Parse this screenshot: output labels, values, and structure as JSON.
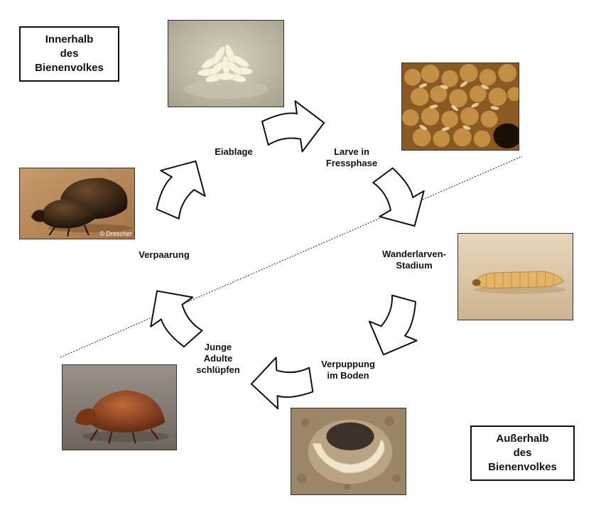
{
  "inside_box": {
    "lines": [
      "Innerhalb",
      "des",
      "Bienenvolkes"
    ]
  },
  "outside_box": {
    "lines": [
      "Außerhalb",
      "des",
      "Bienenvolkes"
    ]
  },
  "stages": {
    "eiablage": {
      "lines": [
        "Eiablage"
      ]
    },
    "larve": {
      "lines": [
        "Larve in",
        "Fressphase"
      ]
    },
    "wander": {
      "lines": [
        "Wanderlarven-",
        "Stadium"
      ]
    },
    "verpuppung": {
      "lines": [
        "Verpuppung",
        "im Boden"
      ]
    },
    "junge": {
      "lines": [
        "Junge",
        "Adulte",
        "schlüpfen"
      ]
    },
    "verpaarung": {
      "lines": [
        "Verpaarung"
      ]
    }
  },
  "photo_credit": "© Drescher"
}
